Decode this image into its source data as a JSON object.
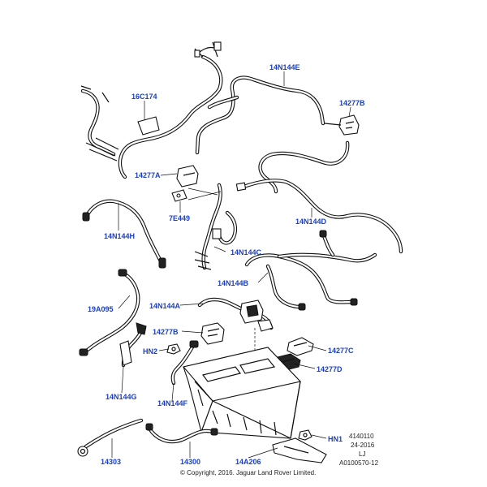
{
  "labels": {
    "c14N144E": "14N144E",
    "c16C174": "16C174",
    "c14277B_top": "14277B",
    "c14277A": "14277A",
    "c7E449": "7E449",
    "c14N144D": "14N144D",
    "c14N144H": "14N144H",
    "c14N144C": "14N144C",
    "c14N144B": "14N144B",
    "c19A095": "19A095",
    "c14N144A": "14N144A",
    "c14277B_mid": "14277B",
    "c14277C": "14277C",
    "cHN2": "HN2",
    "c14277D": "14277D",
    "c14N144G": "14N144G",
    "c14N144F": "14N144F",
    "cHN1": "HN1",
    "c14303": "14303",
    "c14300": "14300",
    "c14A206": "14A206"
  },
  "meta": {
    "ref1": "4140110",
    "ref2": "24-2016",
    "ref3": "LJ",
    "ref4": "A0100570-12",
    "copyright": "© Copyright, 2016. Jaguar Land Rover Limited."
  },
  "colors": {
    "callout": "#1b3fbf"
  }
}
